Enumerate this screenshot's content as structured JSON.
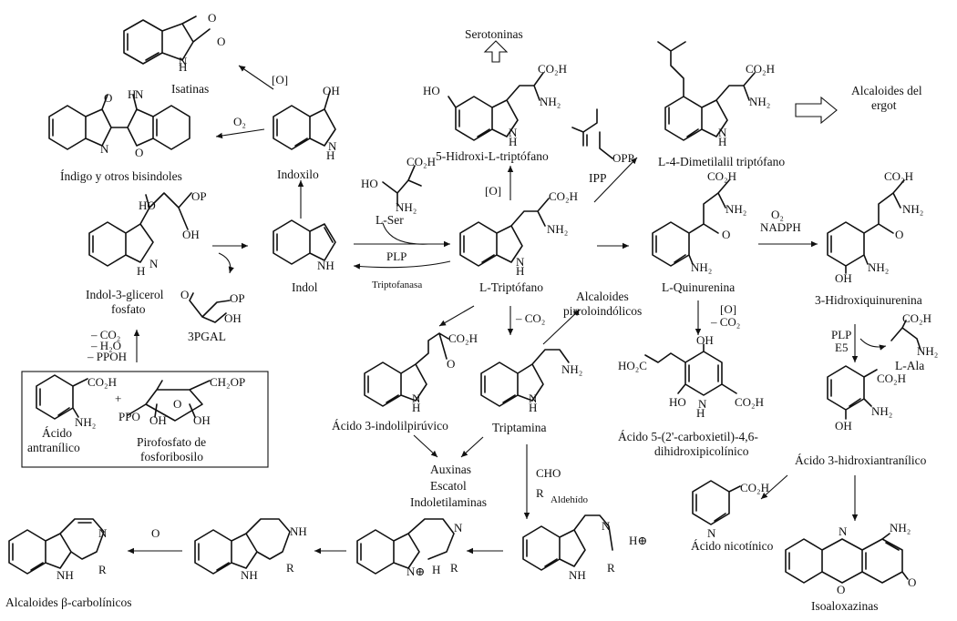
{
  "labels": {
    "isatinas": "Isatinas",
    "indigo": "Índigo y otros bisindoles",
    "indoxilo": "Indoxilo",
    "indol": "Indol",
    "indol_glicerol_1": "Indol-3-glicerol",
    "indol_glicerol_2": "fosfato",
    "pgal": "3PGAL",
    "acido_antranilico_1": "Ácido",
    "acido_antranilico_2": "antranílico",
    "prpp_1": "Pirofosfato de",
    "prpp_2": "fosforibosilo",
    "serotoninas": "Serotoninas",
    "hidroxi_trp": "5-Hidroxi-L-triptófano",
    "ipp": "IPP",
    "dmat": "L-4-Dimetilalil triptófano",
    "ergot_1": "Alcaloides del",
    "ergot_2": "ergot",
    "lser": "L-Ser",
    "ltrp": "L-Triptófano",
    "lquin": "L-Quinurenina",
    "hidroxiquin": "3-Hidroxiquinurenina",
    "pirrolo_1": "Alcaloides",
    "pirrolo_2": "pirroloindólicos",
    "indolilpiruvico": "Ácido 3-indolilpirúvico",
    "triptamina": "Triptamina",
    "carboxietil_1": "Ácido 5-(2'-carboxietil)-4,6-",
    "carboxietil_2": "dihidroxipicolínico",
    "lala": "L-Ala",
    "hidroxiantranilico": "Ácido 3-hidroxiantranílico",
    "auxinas": "Auxinas",
    "escatol": "Escatol",
    "indoletil": "Indoletilaminas",
    "aldehido": "Aldehído",
    "nicotinico": "Ácido nicotínico",
    "isoaloxazinas": "Isoaloxazinas",
    "betacarbolinicos": "Alcaloides β-carbolínicos"
  },
  "reagents": {
    "o1": "[O]",
    "o2": "O₂",
    "o3": "[O]",
    "o4": "[O]",
    "co2_1": "– CO₂",
    "h2o": "– H₂O",
    "ppoh": "– PPOH",
    "plp": "PLP",
    "triptofanasa": "Triptofanasa",
    "co2_trp": "– CO₂",
    "nadph": "NADPH",
    "co2_quin": "– CO₂",
    "plp2": "PLP",
    "e5": "E5",
    "plus": "+",
    "o_plain": "O",
    "hplus": "H⊕"
  },
  "atoms": {
    "o": "O",
    "oh": "OH",
    "ho": "HO",
    "h": "H",
    "n": "N",
    "nh": "NH",
    "nh2": "NH₂",
    "co2h": "CO₂H",
    "op": "OP",
    "ppo": "PPO",
    "ch2op": "CH₂OP",
    "opp": "OPP",
    "cho": "CHO",
    "r": "R",
    "ho2c": "HO₂C",
    "nplus": "N⊕",
    "hn": "HN"
  }
}
